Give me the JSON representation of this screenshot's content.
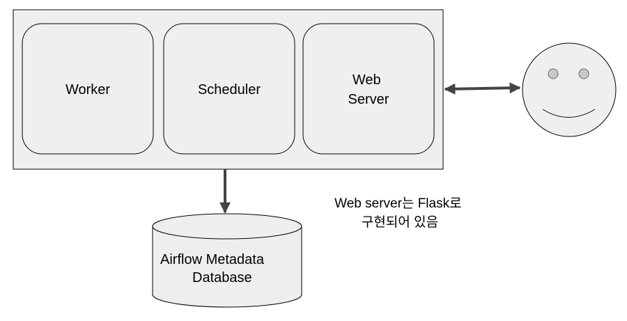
{
  "components": {
    "worker": "Worker",
    "scheduler": "Scheduler",
    "web_server": [
      "Web",
      "Server"
    ]
  },
  "database": {
    "label": [
      "Airflow Metadata",
      "Database"
    ]
  },
  "note": {
    "lines": [
      "Web server는 Flask로",
      "구현되어 있음"
    ]
  },
  "colors": {
    "container_fill": "#efefef",
    "box_fill": "#efefef",
    "cylinder_fill": "#eeeeee",
    "face_fill": "#efefef",
    "stroke": "#000000",
    "arrow": "#444444",
    "eye": "#c9c9c9"
  },
  "icons": {
    "user": "smiley-face-icon"
  }
}
